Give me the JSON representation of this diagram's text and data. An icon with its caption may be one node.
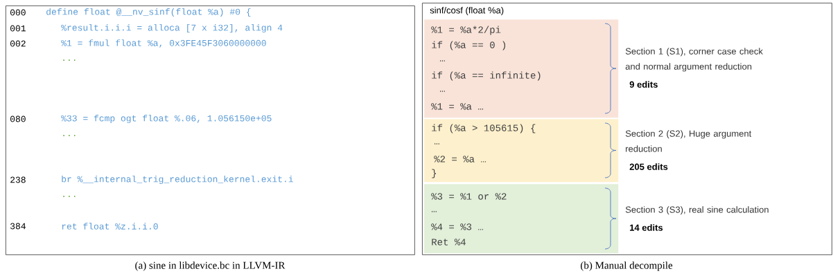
{
  "diagram": {
    "nodes": [
      {
        "text": [
          "000",
          "define float @__nv_sinf(float %a) #0 {",
          "001",
          "%result.i.i.i = alloca [7 x i32], align 4",
          "002",
          "%1 = fmul float %a, 0x3FE45F3060000000",
          "...",
          "080",
          "%33 = fcmp ogt float %.06, 1.056150e+05",
          "...",
          "238",
          "br %__internal_trig_reduction_kernel.exit.i",
          "...",
          "384",
          "ret float %z.i.i.0"
        ]
      },
      {
        "text": [
          "sinf/cosf (float %a)"
        ]
      },
      {
        "text": [
          "%1 = %a*2/pi",
          "if (%a == 0 )",
          "…",
          "if (%a == infinite)",
          "…",
          "%1 = %a …"
        ],
        "in": 1,
        "beside": [
          "Section 1 (S1), corner case check and normal argument reduction",
          "9 edits"
        ]
      },
      {
        "text": [
          "if (%a > 105615) {",
          "…",
          "%2 = %a …",
          "}"
        ],
        "in": 1,
        "beside": [
          "Section 2 (S2), Huge argument reduction",
          "205 edits"
        ]
      },
      {
        "text": [
          "%3 = %1 or %2",
          "…",
          "%4 = %3 …",
          "Ret %4"
        ],
        "in": 1,
        "beside": [
          "Section 3 (S3), real sine calculation",
          "14 edits"
        ]
      }
    ],
    "labels": [
      "(a) sine in libdevice.bc in LLVM-IR",
      "(b) Manual decompile"
    ]
  }
}
